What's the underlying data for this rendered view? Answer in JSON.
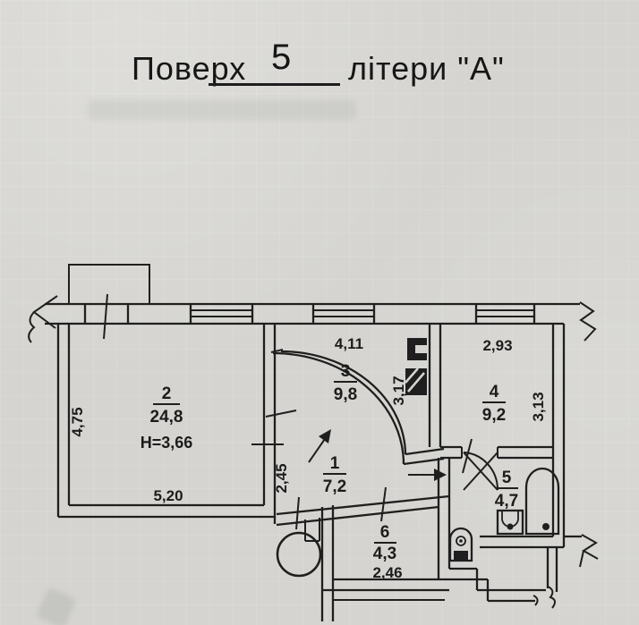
{
  "title": {
    "prefix": "Поверх",
    "floor_number": "5",
    "suffix": "літери \"А\""
  },
  "rooms": {
    "r1": {
      "number": "1",
      "area": "7,2"
    },
    "r2": {
      "number": "2",
      "area": "24,8",
      "height_note": "H=3,66"
    },
    "r3": {
      "number": "3",
      "area": "9,8"
    },
    "r4": {
      "number": "4",
      "area": "9,2"
    },
    "r5": {
      "number": "5",
      "area": "4,7"
    },
    "r6": {
      "number": "6",
      "area": "4,3"
    }
  },
  "dims": {
    "room2_left": "4,75",
    "room2_bottom": "5,20",
    "room1_left": "2,45",
    "room3_top": "4,11",
    "room3_right": "3,17",
    "room4_top": "2,93",
    "room4_right": "3,13",
    "room6_bottom": "2,46"
  },
  "fixtures": {
    "bathtub": "bathtub-icon",
    "sink": "sink-icon",
    "toilet": "toilet-icon",
    "column": "column-icon",
    "vent_shaft": "vent-shaft-icon",
    "vent_shaft_hatched": "vent-shaft-hatched-icon",
    "entrance_arrow": "entrance-arrow-icon"
  },
  "colors": {
    "ink": "#1f1f1f",
    "paper": "#d5d4d0"
  }
}
